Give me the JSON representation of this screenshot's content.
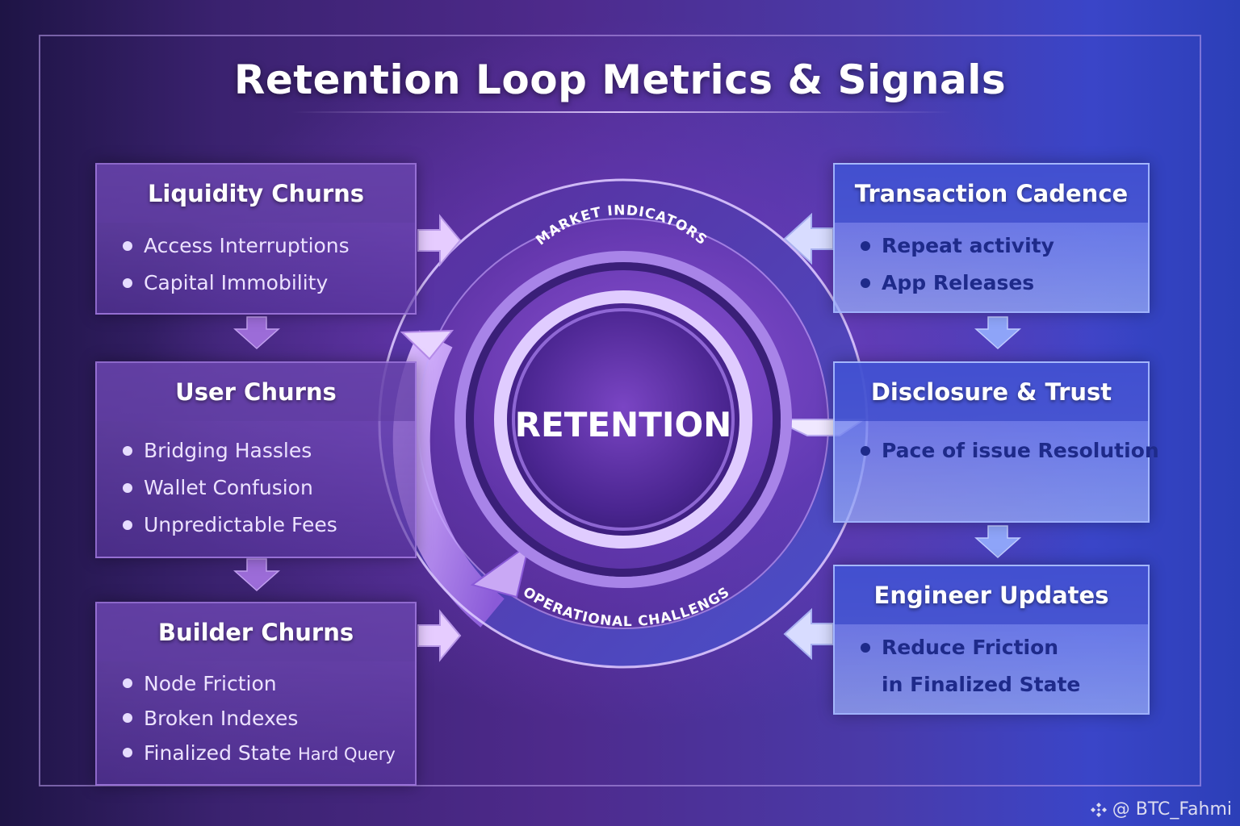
{
  "title": "Retention Loop Metrics & Signals",
  "center": {
    "label": "RETENTION",
    "top_arc_label": "MARKET INDICATORS",
    "bottom_arc_label": "OPERATIONAL CHALLENGS"
  },
  "left_boxes": [
    {
      "title": "Liquidity Churns",
      "items": [
        "Access Interruptions",
        "Capital Immobility"
      ]
    },
    {
      "title": "User Churns",
      "items": [
        "Bridging Hassles",
        "Wallet Confusion",
        "Unpredictable Fees"
      ]
    },
    {
      "title": "Builder Churns",
      "items": [
        "Node Friction",
        "Broken Indexes"
      ],
      "last_item_main": "Finalized State",
      "last_item_small": "Hard Query"
    }
  ],
  "right_boxes": [
    {
      "title": "Transaction Cadence",
      "items": [
        "Repeat activity",
        "App Releases"
      ]
    },
    {
      "title": "Disclosure & Trust",
      "items": [
        "Pace of issue Resolution"
      ]
    },
    {
      "title": "Engineer Updates",
      "item": "Reduce Friction",
      "item_cont": "in Finalized  State"
    }
  ],
  "watermark": "@ BTC_Fahmi",
  "colors": {
    "accent_purple": "#8a4fd0",
    "accent_blue": "#3a45c8",
    "right_text": "#1e2a8a"
  }
}
